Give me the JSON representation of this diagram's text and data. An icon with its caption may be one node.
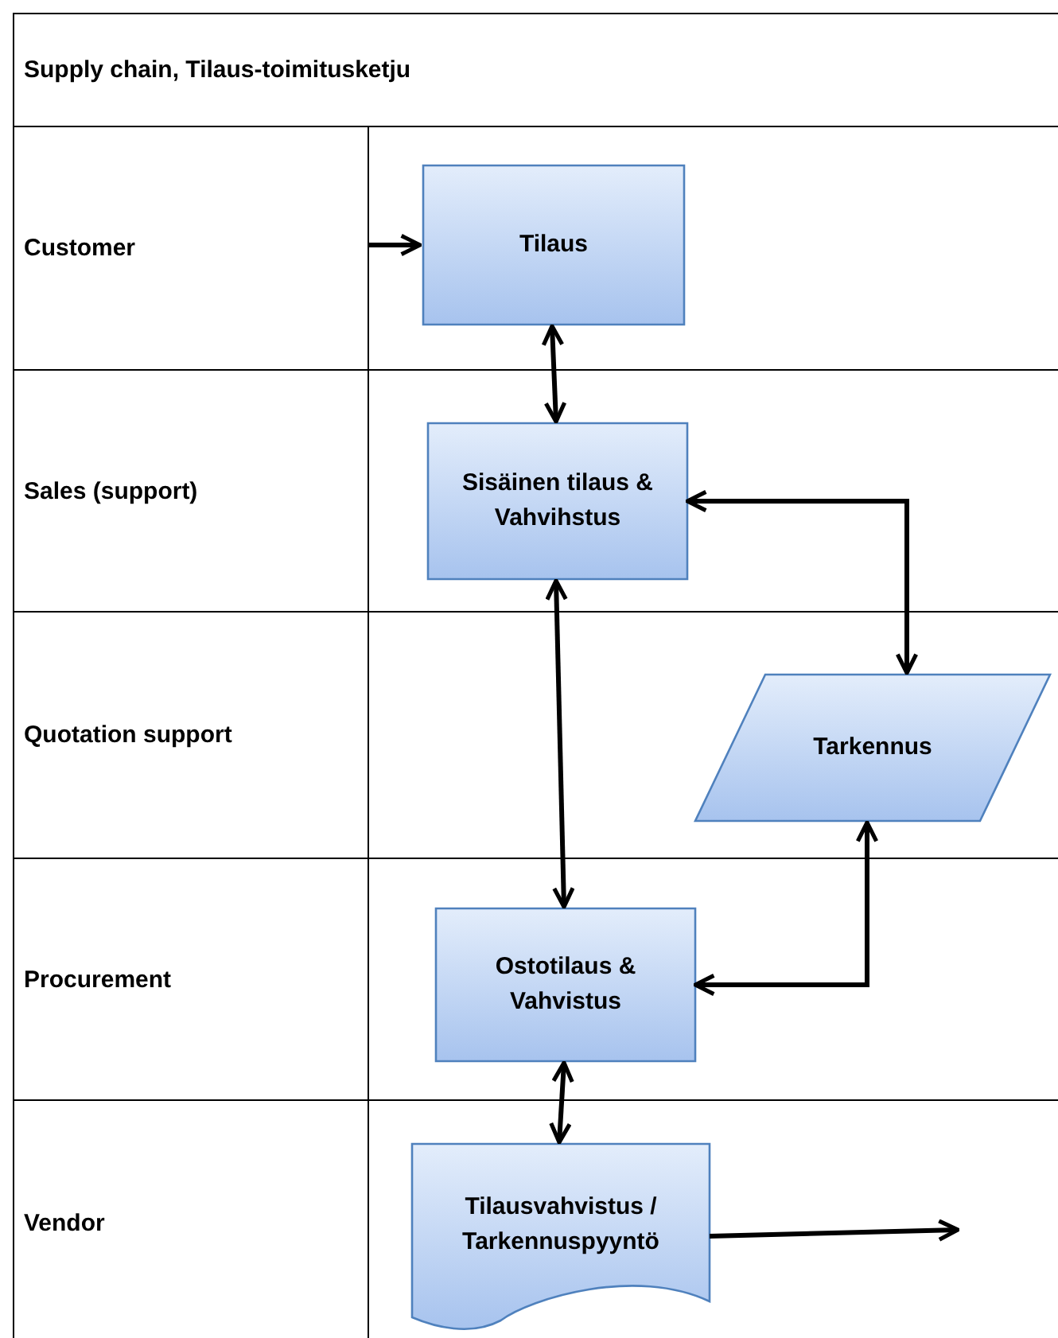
{
  "diagram": {
    "title": "Supply chain, Tilaus-toimitusketju",
    "nodes": [
      {
        "text": [
          "Customer"
        ]
      },
      {
        "text": [
          "Sales (support)"
        ]
      },
      {
        "text": [
          "Quotation support"
        ]
      },
      {
        "text": [
          "Procurement"
        ]
      },
      {
        "text": [
          "Vendor"
        ]
      },
      {
        "text": [
          "Tilaus"
        ],
        "in": 0
      },
      {
        "text": [
          "Sisäinen tilaus & Vahvihstus"
        ],
        "in": 1
      },
      {
        "text": [
          "Tarkennus"
        ],
        "in": 2
      },
      {
        "text": [
          "Ostotilaus & Vahvistus"
        ],
        "in": 3
      },
      {
        "text": [
          "Tilausvahvistus / Tarkennuspyyntö"
        ],
        "in": 4
      }
    ],
    "edges": [
      {
        "from": null,
        "to": 5,
        "arrow": "to"
      },
      {
        "from": 5,
        "to": 6,
        "arrow": "both"
      },
      {
        "from": 6,
        "to": 8,
        "arrow": "both"
      },
      {
        "from": 6,
        "to": 7,
        "arrow": "both"
      },
      {
        "from": 7,
        "to": 8,
        "arrow": "both"
      },
      {
        "from": 8,
        "to": 9,
        "arrow": "both"
      },
      {
        "from": 9,
        "to": null,
        "arrow": "to"
      }
    ]
  }
}
